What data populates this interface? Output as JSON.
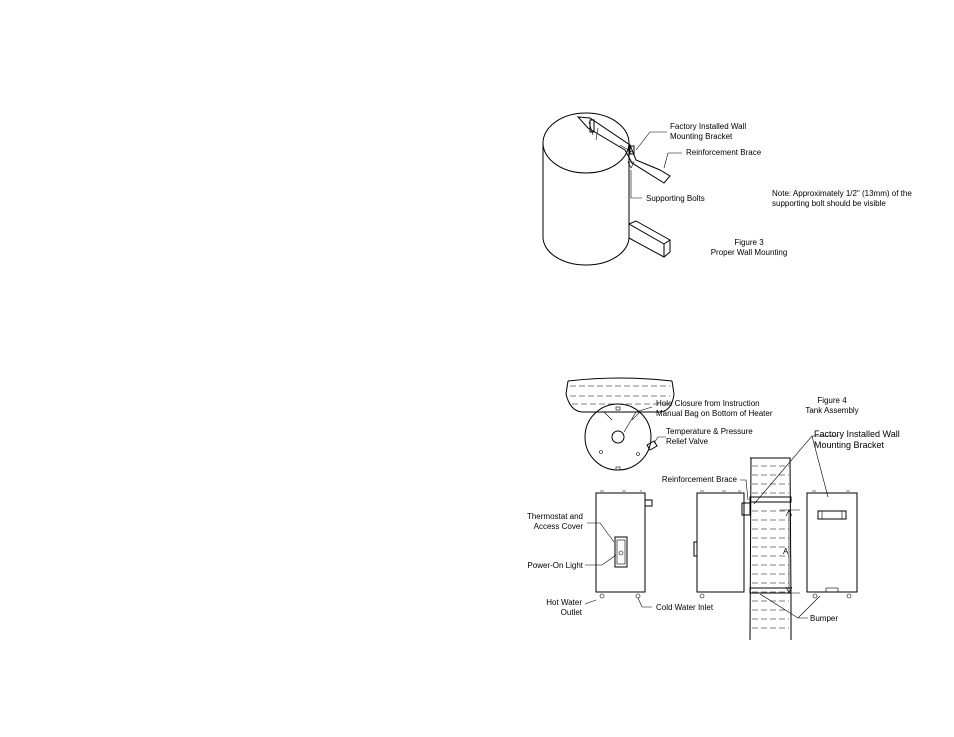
{
  "figure3": {
    "label_bracket": [
      "Factory Installed Wall",
      "Mounting Bracket"
    ],
    "label_brace": "Reinforcement Brace",
    "label_bolts": "Supporting Bolts",
    "note": [
      "Note: Approximately 1/2\" (13mm) of the",
      "supporting bolt should be visible"
    ],
    "caption": [
      "Figure 3",
      "Proper Wall Mounting"
    ]
  },
  "figure4": {
    "caption": [
      "Figure 4",
      "Tank Assembly"
    ],
    "label_hole": [
      "Hole Closure from Instruction",
      "Manual Bag on Bottom of Heater"
    ],
    "label_tp": [
      "Temperature & Pressure",
      "Relief Valve"
    ],
    "label_bracket": [
      "Factory Installed Wall",
      "Mounting Bracket"
    ],
    "label_brace": "Reinforcement Brace",
    "label_thermostat": [
      "Thermostat and",
      "Access Cover"
    ],
    "label_light": "Power-On Light",
    "label_hot": [
      "Hot Water",
      "Outlet"
    ],
    "label_cold": "Cold Water Inlet",
    "label_bumper": "Bumper",
    "label_dim": "A"
  }
}
